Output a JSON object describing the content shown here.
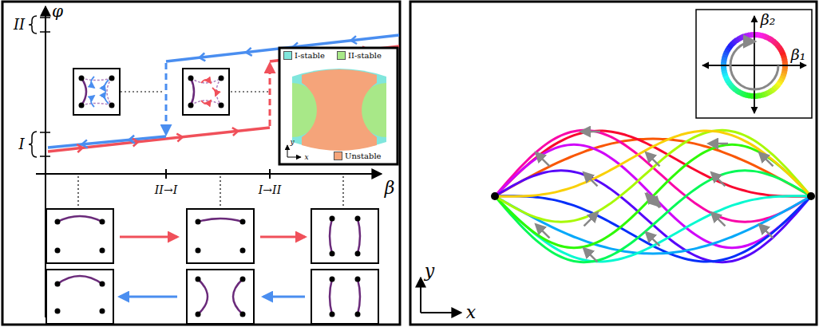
{
  "diagram": {
    "labels": [
      "φ",
      "II",
      "I",
      "β",
      "II→I",
      "I→II",
      "y",
      "x",
      "β₂",
      "β₁",
      "y",
      "x"
    ],
    "legend": [
      {
        "text": "I-stable",
        "color": "#80e6dc"
      },
      {
        "text": "II-stable",
        "color": "#a8e888"
      },
      {
        "text": "Unstable",
        "color": "#f5a47a"
      }
    ]
  }
}
